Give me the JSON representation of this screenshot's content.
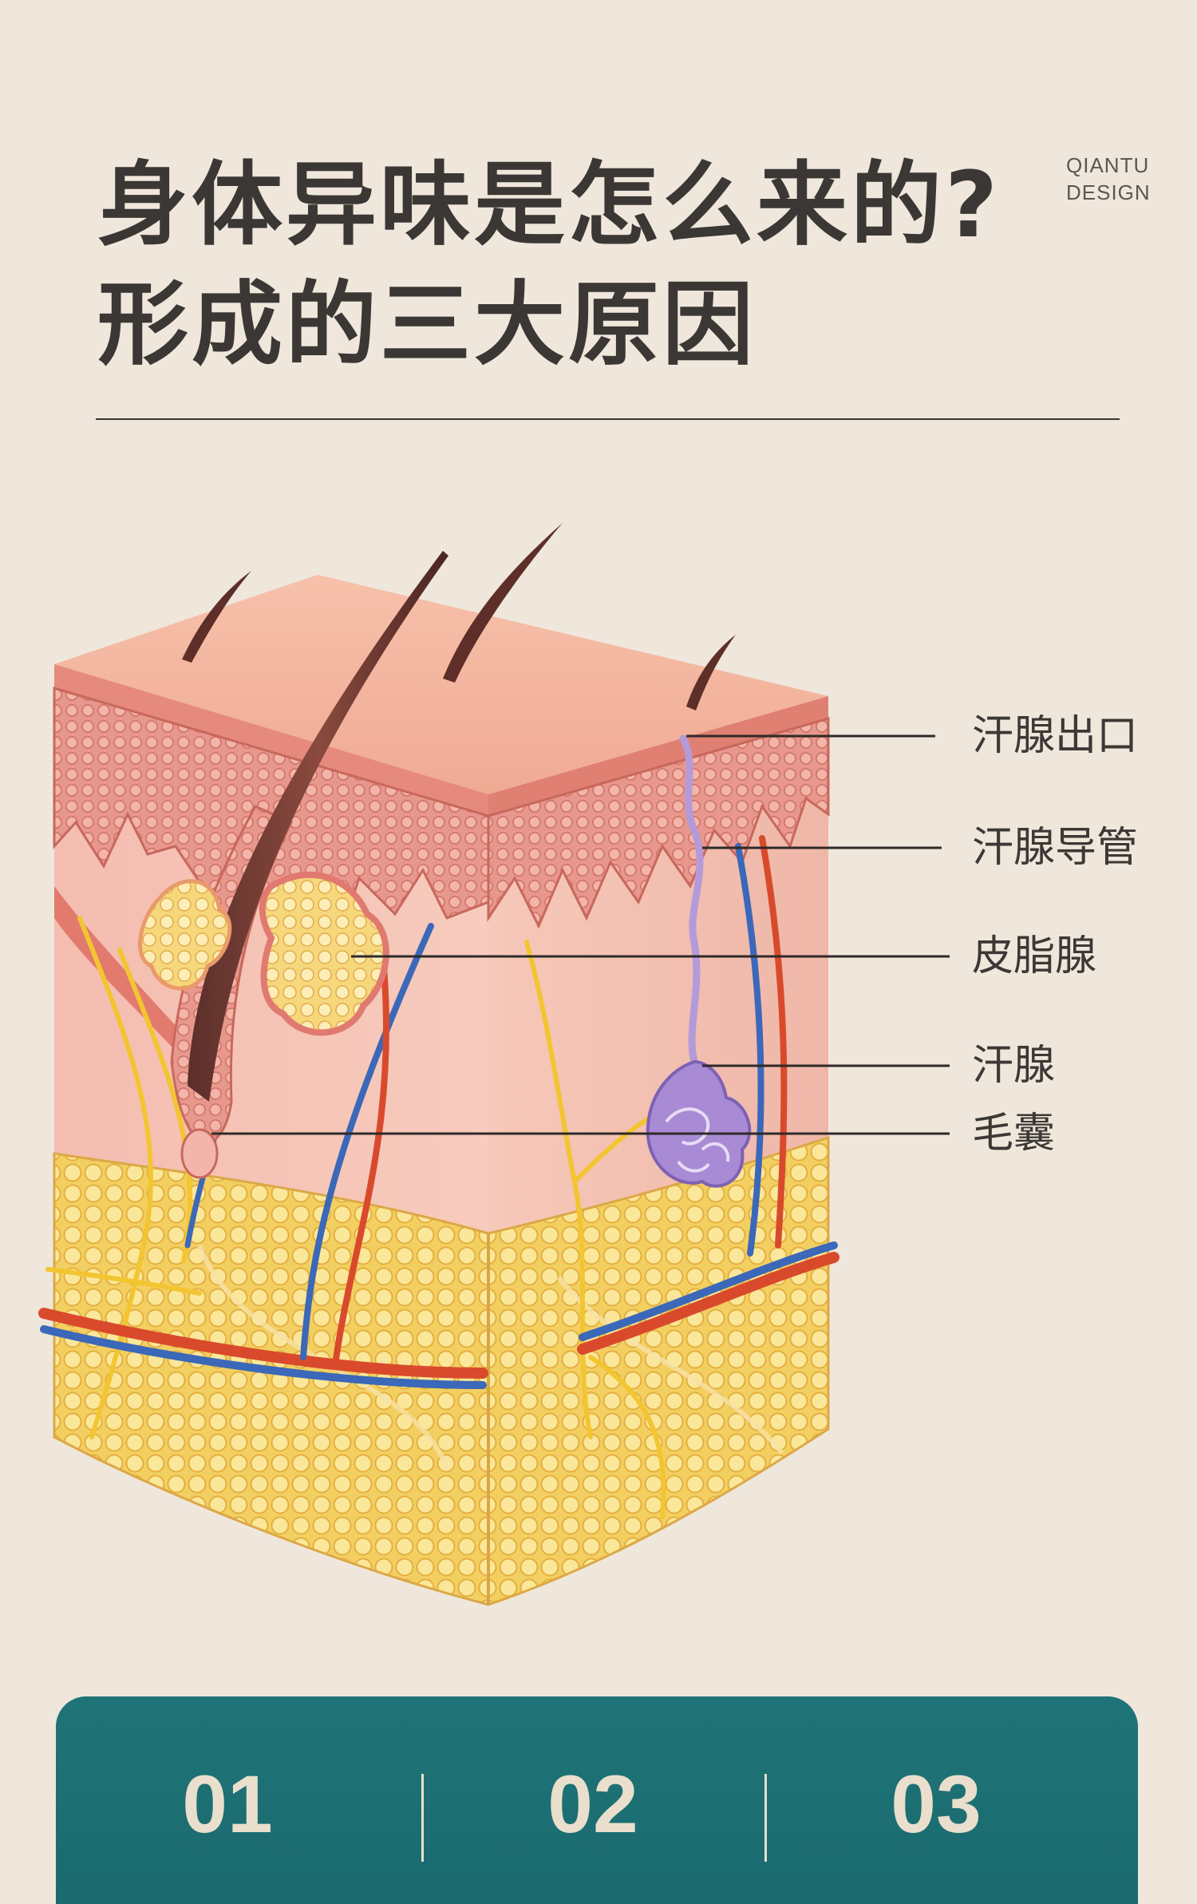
{
  "header": {
    "title_line1": "身体异味是怎么来的?",
    "title_line2": "形成的三大原因",
    "brand_line1": "QIANTU",
    "brand_line2": "DESIGN"
  },
  "diagram": {
    "labels": [
      "汗腺出口",
      "汗腺导管",
      "皮脂腺",
      "汗腺",
      "毛囊"
    ]
  },
  "sections": {
    "numbers": [
      "01",
      "02",
      "03"
    ]
  },
  "colors": {
    "background": "#efe7dc",
    "panel": "#1f7478",
    "panel_text": "#e9dfcc",
    "title": "#3b3734"
  }
}
